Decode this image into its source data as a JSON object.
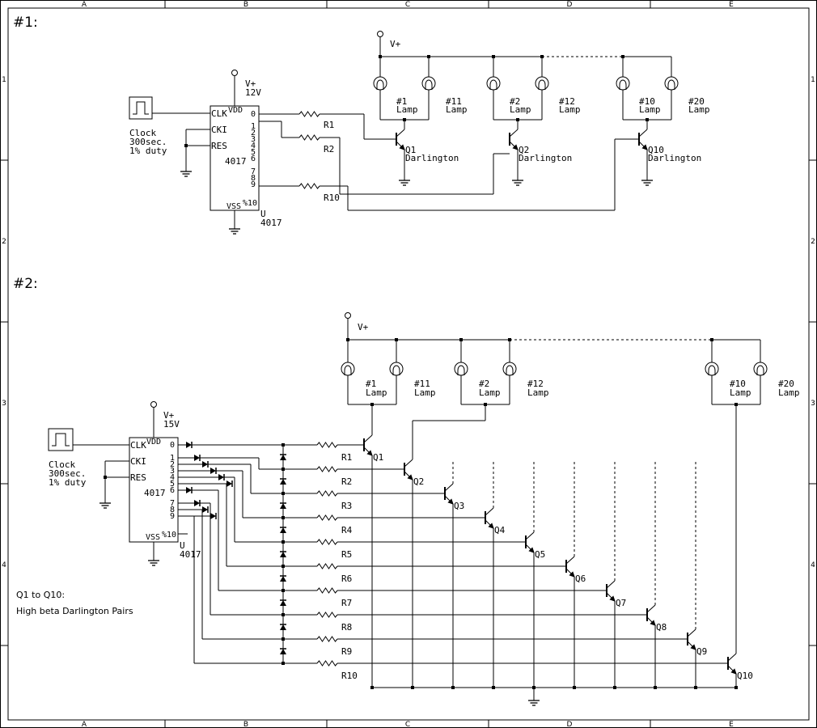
{
  "frame": {
    "columns": [
      "A",
      "B",
      "C",
      "D",
      "E"
    ],
    "rows": [
      "1",
      "2",
      "3",
      "4"
    ]
  },
  "circuit1": {
    "heading": "#1:",
    "supply_ic": "V+",
    "supply_ic_voltage": "12V",
    "supply_lamps": "V+",
    "clock": [
      "Clock",
      "300sec.",
      "1% duty"
    ],
    "ic_pins_left": [
      "CLK",
      "CKI",
      "RES"
    ],
    "ic_vdd": "VDD",
    "ic_vss": "VSS",
    "ic_name": "4017",
    "ic_ref": [
      "U",
      "4017"
    ],
    "outputs": [
      "0",
      "1",
      "2",
      "3",
      "4",
      "5",
      "6",
      "7",
      "8",
      "9"
    ],
    "carry": "%10",
    "resistors": [
      "R1",
      "R2",
      "R10"
    ],
    "lamps": [
      {
        "num": "#1",
        "word": "Lamp"
      },
      {
        "num": "#11",
        "word": "Lamp"
      },
      {
        "num": "#2",
        "word": "Lamp"
      },
      {
        "num": "#12",
        "word": "Lamp"
      },
      {
        "num": "#10",
        "word": "Lamp"
      },
      {
        "num": "#20",
        "word": "Lamp"
      }
    ],
    "transistors": [
      {
        "ref": "Q1",
        "type": "Darlington"
      },
      {
        "ref": "Q2",
        "type": "Darlington"
      },
      {
        "ref": "Q10",
        "type": "Darlington"
      }
    ]
  },
  "circuit2": {
    "heading": "#2:",
    "supply_ic": "V+",
    "supply_ic_voltage": "15V",
    "supply_lamps": "V+",
    "clock": [
      "Clock",
      "300sec.",
      "1% duty"
    ],
    "ic_pins_left": [
      "CLK",
      "CKI",
      "RES"
    ],
    "ic_vdd": "VDD",
    "ic_vss": "VSS",
    "ic_name": "4017",
    "ic_ref": [
      "U",
      "4017"
    ],
    "outputs": [
      "0",
      "1",
      "2",
      "3",
      "4",
      "5",
      "6",
      "7",
      "8",
      "9"
    ],
    "carry": "%10",
    "resistors": [
      "R1",
      "R2",
      "R3",
      "R4",
      "R5",
      "R6",
      "R7",
      "R8",
      "R9",
      "R10"
    ],
    "transistors": [
      "Q1",
      "Q2",
      "Q3",
      "Q4",
      "Q5",
      "Q6",
      "Q7",
      "Q8",
      "Q9",
      "Q10"
    ],
    "lamps": [
      {
        "num": "#1",
        "word": "Lamp"
      },
      {
        "num": "#11",
        "word": "Lamp"
      },
      {
        "num": "#2",
        "word": "Lamp"
      },
      {
        "num": "#12",
        "word": "Lamp"
      },
      {
        "num": "#10",
        "word": "Lamp"
      },
      {
        "num": "#20",
        "word": "Lamp"
      }
    ],
    "note": [
      "Q1 to Q10:",
      "High beta Darlington Pairs"
    ]
  }
}
